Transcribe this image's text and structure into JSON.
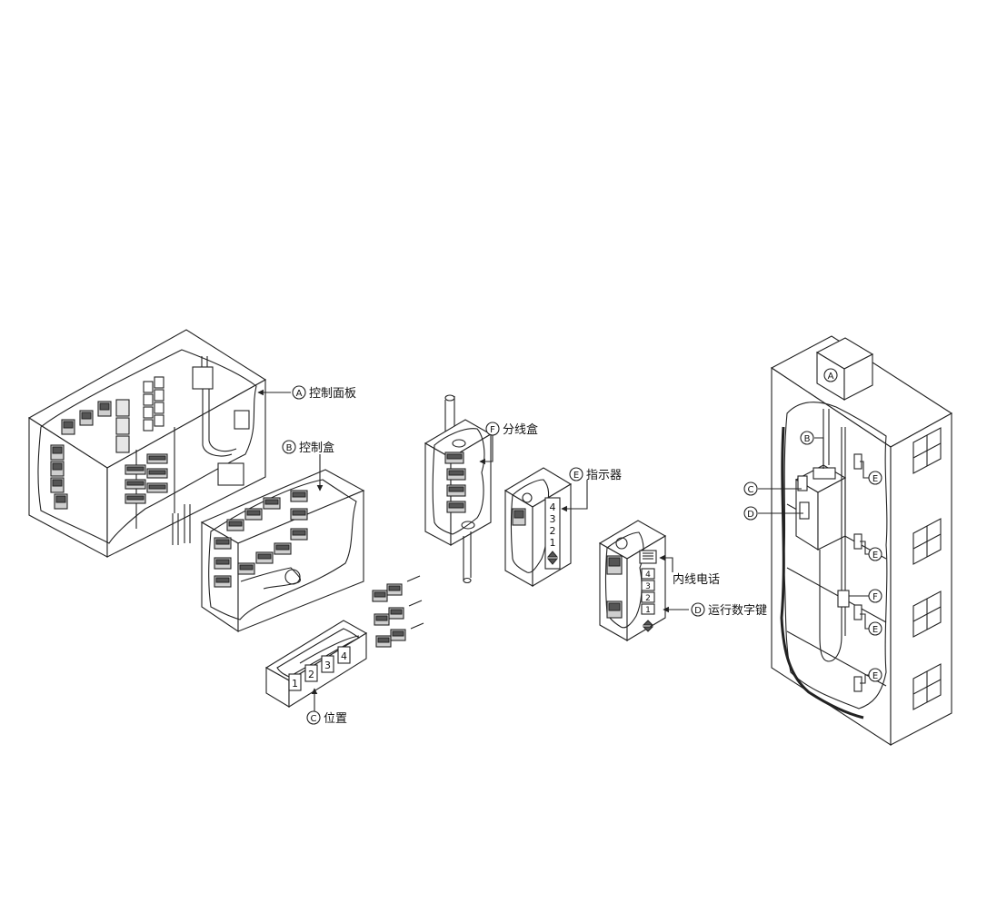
{
  "labels": {
    "A": {
      "letter": "A",
      "text": "控制面板"
    },
    "B": {
      "letter": "B",
      "text": "控制盒"
    },
    "C": {
      "letter": "C",
      "text": "位置"
    },
    "D": {
      "letter": "D",
      "text": "运行数字键"
    },
    "E": {
      "letter": "E",
      "text": "指示器"
    },
    "F": {
      "letter": "F",
      "text": "分线盒"
    },
    "intercom": {
      "text": "内线电话"
    }
  },
  "building": {
    "roof_letter": "A",
    "callouts": [
      "B",
      "C",
      "D",
      "E",
      "E",
      "F",
      "E",
      "E"
    ]
  },
  "position_box": {
    "buttons": [
      "1",
      "2",
      "3",
      "4"
    ]
  },
  "indicator": {
    "floors": [
      "4",
      "3",
      "2",
      "1"
    ]
  },
  "keypad": {
    "keys": [
      "4",
      "3",
      "2",
      "1"
    ]
  }
}
